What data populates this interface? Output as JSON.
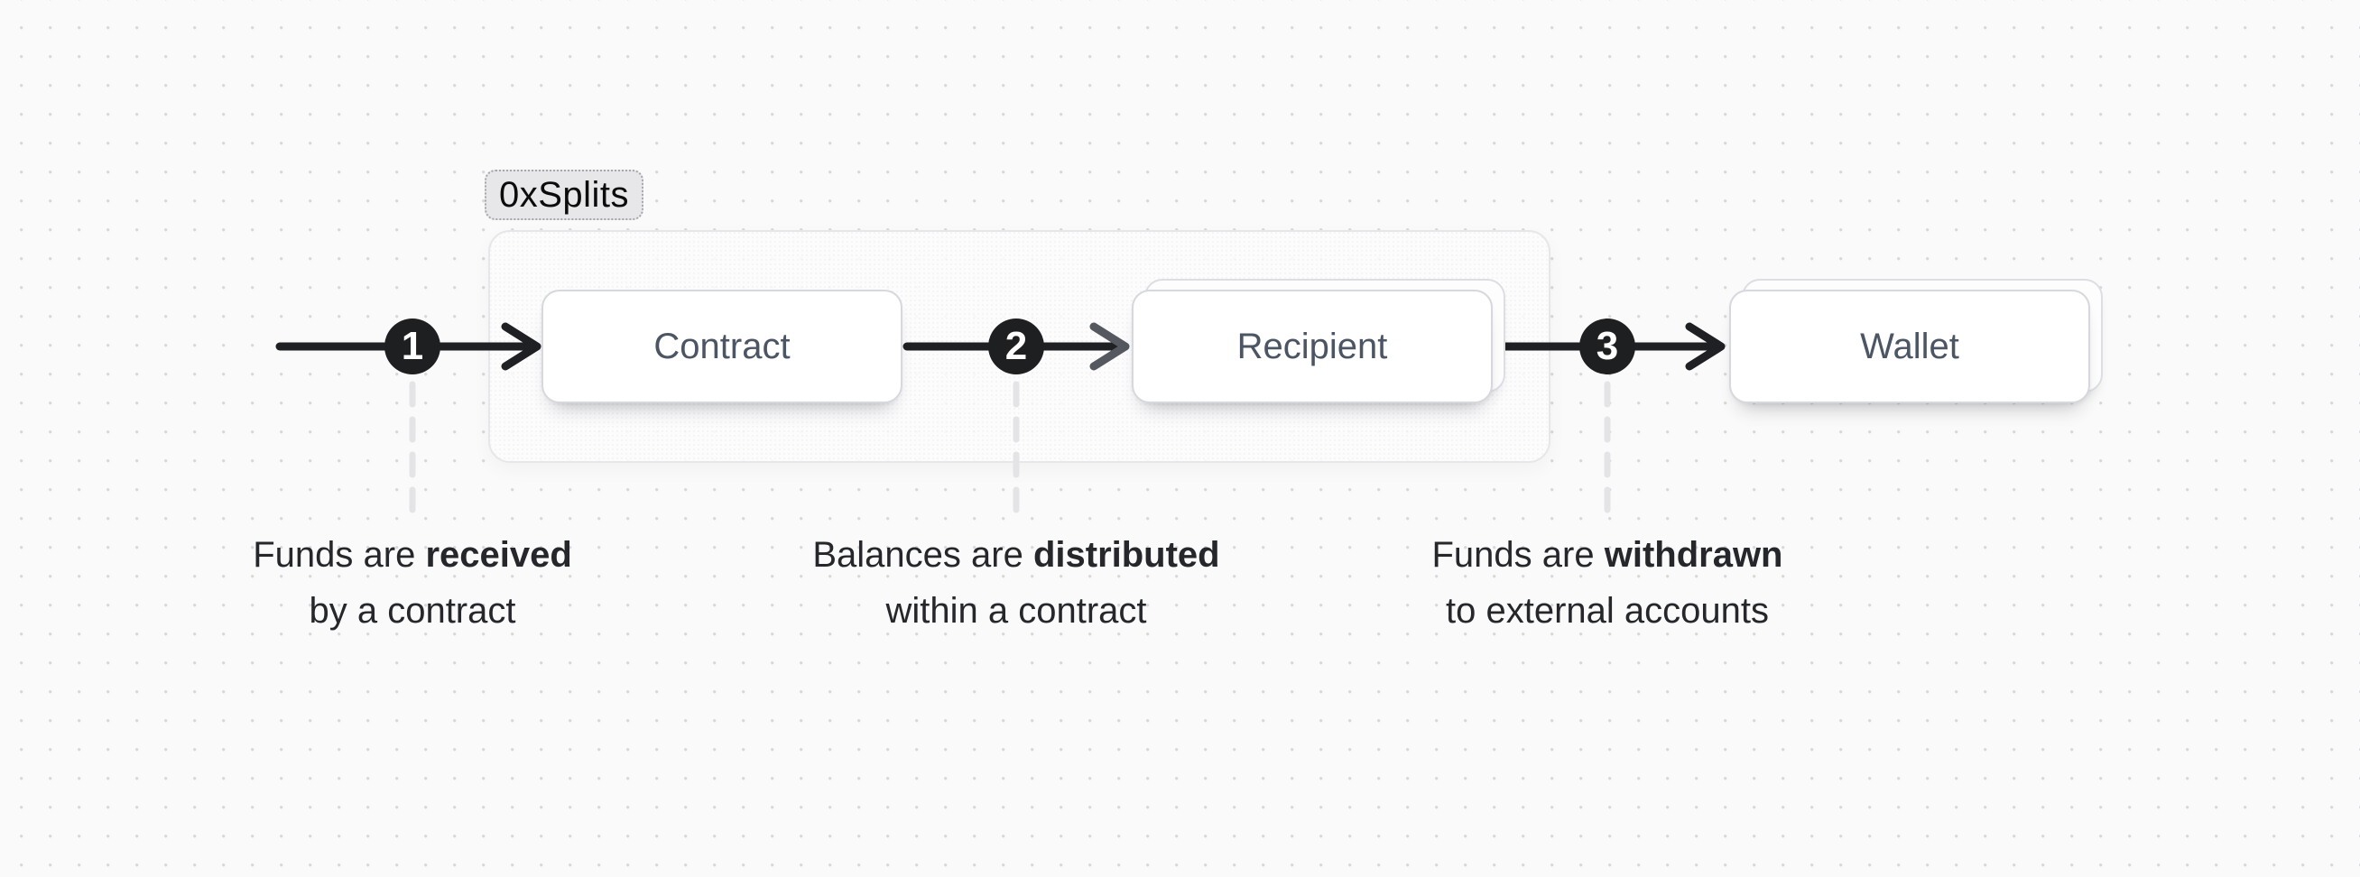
{
  "badge": {
    "label": "0xSplits"
  },
  "nodes": [
    {
      "id": "contract",
      "label": "Contract"
    },
    {
      "id": "recipient",
      "label": "Recipient"
    },
    {
      "id": "wallet",
      "label": "Wallet"
    }
  ],
  "steps": [
    {
      "number": "1",
      "caption_lead": "Funds are ",
      "caption_emphasis": "received",
      "caption_line2": "by a contract"
    },
    {
      "number": "2",
      "caption_lead": "Balances are ",
      "caption_emphasis": "distributed",
      "caption_line2": "within a contract"
    },
    {
      "number": "3",
      "caption_lead": "Funds are ",
      "caption_emphasis": "withdrawn",
      "caption_line2": "to external accounts"
    }
  ],
  "colors": {
    "background": "#fafafa",
    "grid_dot": "#d9d9dc",
    "marker_fill": "#1e1f21",
    "arrow_stroke": "#1f2023",
    "muted_arrowhead": "#55585f",
    "badge_background": "#e7e7e9",
    "group_border": "#e7e7ea",
    "card_border": "#d6d8dd",
    "node_label": "#4b5563",
    "caption_text": "#26272b",
    "dash_connector": "#e4e4e7"
  }
}
